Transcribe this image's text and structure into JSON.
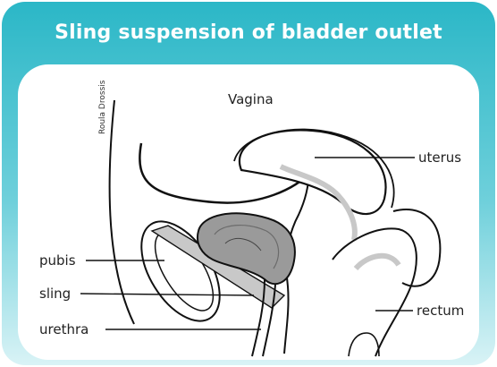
{
  "title": "Sling suspension of bladder outlet",
  "credit": "Roula Drossis",
  "labels": {
    "vagina": "Vagina",
    "uterus": "uterus",
    "pubis": "pubis",
    "sling": "sling",
    "urethra": "urethra",
    "rectum": "rectum"
  },
  "colors": {
    "banner": "#2bb7c7",
    "banner_light": "#7fd6df",
    "bladder": "#9a9a9a",
    "bladder_dark": "#6b6b6b",
    "tissue": "#c8c8c8",
    "line": "#111111"
  }
}
